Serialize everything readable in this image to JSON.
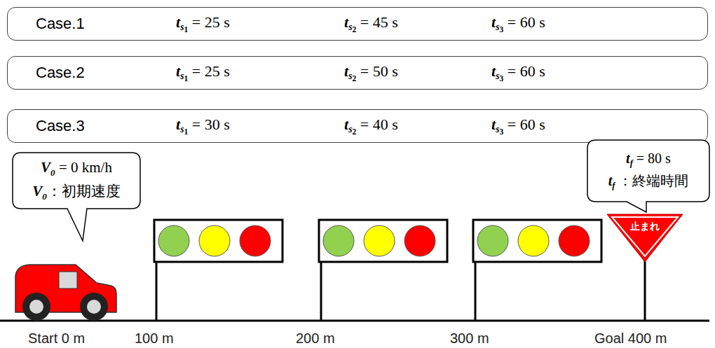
{
  "diagram": {
    "nodes": [
      {
        "text": [
          "Case.1",
          "ts1 = 25 s",
          "ts2 = 45 s",
          "ts3 = 60 s"
        ]
      },
      {
        "text": [
          "Case.2",
          "ts1 = 25 s",
          "ts2 = 50 s",
          "ts3 = 60 s"
        ]
      },
      {
        "text": [
          "Case.3",
          "ts1 = 30 s",
          "ts2 = 40 s",
          "ts3 = 60 s"
        ]
      },
      {
        "text": [
          "V0 = 0 km/h",
          "V0：初期速度"
        ]
      },
      {
        "text": [
          "tf = 80 s",
          "tf ：終端時間"
        ]
      },
      {
        "text": [
          "止まれ"
        ]
      }
    ],
    "labels": [
      "Start 0 m",
      "100 m",
      "200 m",
      "300 m",
      "Goal 400 m"
    ]
  }
}
